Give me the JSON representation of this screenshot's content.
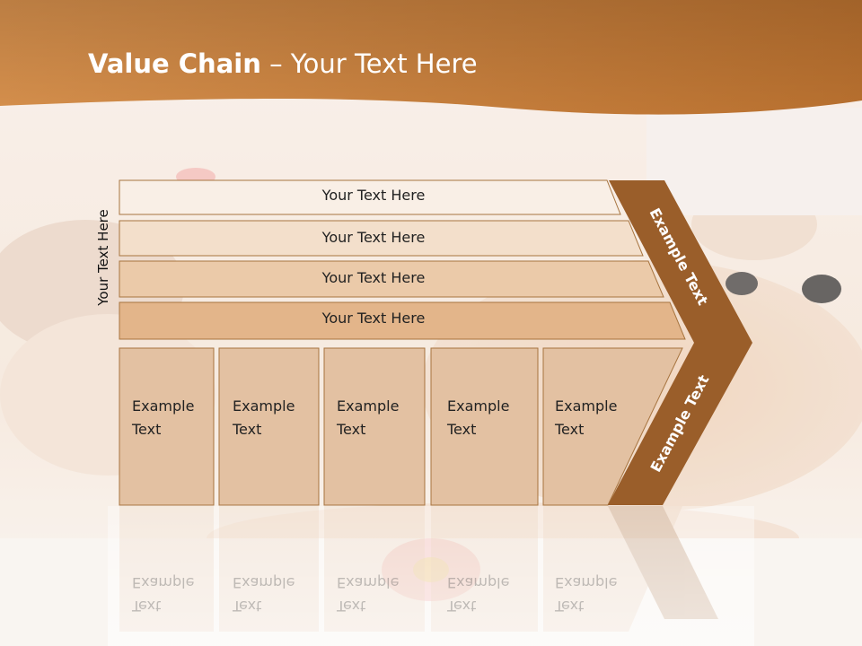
{
  "title": {
    "bold": "Value Chain",
    "rest": " – Your Text Here"
  },
  "side_label": "Your Text Here",
  "bars": [
    {
      "label": "Your Text Here"
    },
    {
      "label": "Your Text Here"
    },
    {
      "label": "Your Text Here"
    },
    {
      "label": "Your Text Here"
    }
  ],
  "cells": [
    {
      "line1": "Example",
      "line2": "Text"
    },
    {
      "line1": "Example",
      "line2": "Text"
    },
    {
      "line1": "Example",
      "line2": "Text"
    },
    {
      "line1": "Example",
      "line2": "Text"
    },
    {
      "line1": "Example",
      "line2": "Text"
    }
  ],
  "arrow": {
    "upper": "Example Text",
    "lower": "Example Text"
  },
  "colors": {
    "header": "#c9803e",
    "bar1": "#f9efe6",
    "bar2": "#f3dfcb",
    "bar3": "#ebcaa9",
    "bar4": "#e3b58a",
    "cell": "#e3c1a2",
    "cell_border": "#a7743f",
    "arrow": "#9a5e2a"
  }
}
